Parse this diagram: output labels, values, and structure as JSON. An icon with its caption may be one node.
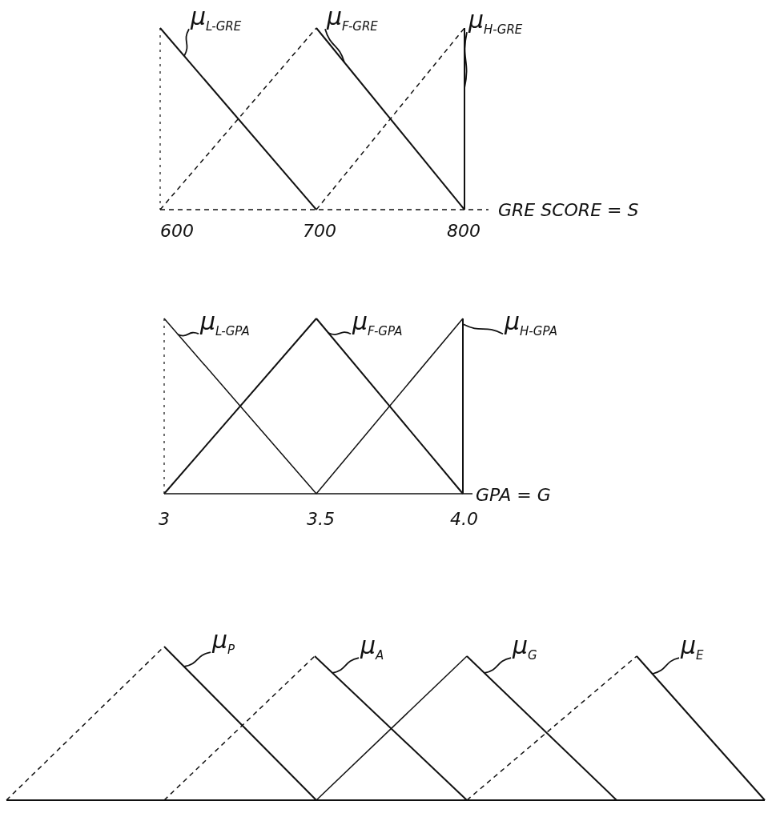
{
  "diagram": {
    "nodes": [
      {
        "text": [
          "μ$_{L-GRE}$"
        ]
      },
      {
        "text": [
          "μ$_{F-GRE}$"
        ]
      },
      {
        "text": [
          "μ$_{H-GRE}$"
        ]
      },
      {
        "text": [
          "μ$_{L-GPA}$"
        ]
      },
      {
        "text": [
          "μ$_{F-GPA}$"
        ]
      },
      {
        "text": [
          "μ$_{H-GPA}$"
        ]
      },
      {
        "text": [
          "μ$_{P}$"
        ]
      },
      {
        "text": [
          "μ$_{A}$"
        ]
      },
      {
        "text": [
          "μ$_{G}$"
        ]
      },
      {
        "text": [
          "μ$_{E}$"
        ]
      }
    ],
    "edges": [
      {
        "from": 0,
        "to": null,
        "arrow": "none"
      },
      {
        "from": 1,
        "to": null,
        "arrow": "none"
      },
      {
        "from": 2,
        "to": null,
        "arrow": "none"
      },
      {
        "from": 3,
        "to": null,
        "arrow": "none"
      },
      {
        "from": 4,
        "to": null,
        "arrow": "none"
      },
      {
        "from": 5,
        "to": null,
        "arrow": "none"
      },
      {
        "from": 6,
        "to": null,
        "arrow": "none"
      },
      {
        "from": 7,
        "to": null,
        "arrow": "none"
      },
      {
        "from": 8,
        "to": null,
        "arrow": "none"
      },
      {
        "from": 9,
        "to": null,
        "arrow": "none"
      }
    ],
    "labels": [
      "600",
      "700",
      "800",
      "GRE SCORE = S",
      "3",
      "3.5",
      "4.0",
      "GPA = G"
    ]
  }
}
